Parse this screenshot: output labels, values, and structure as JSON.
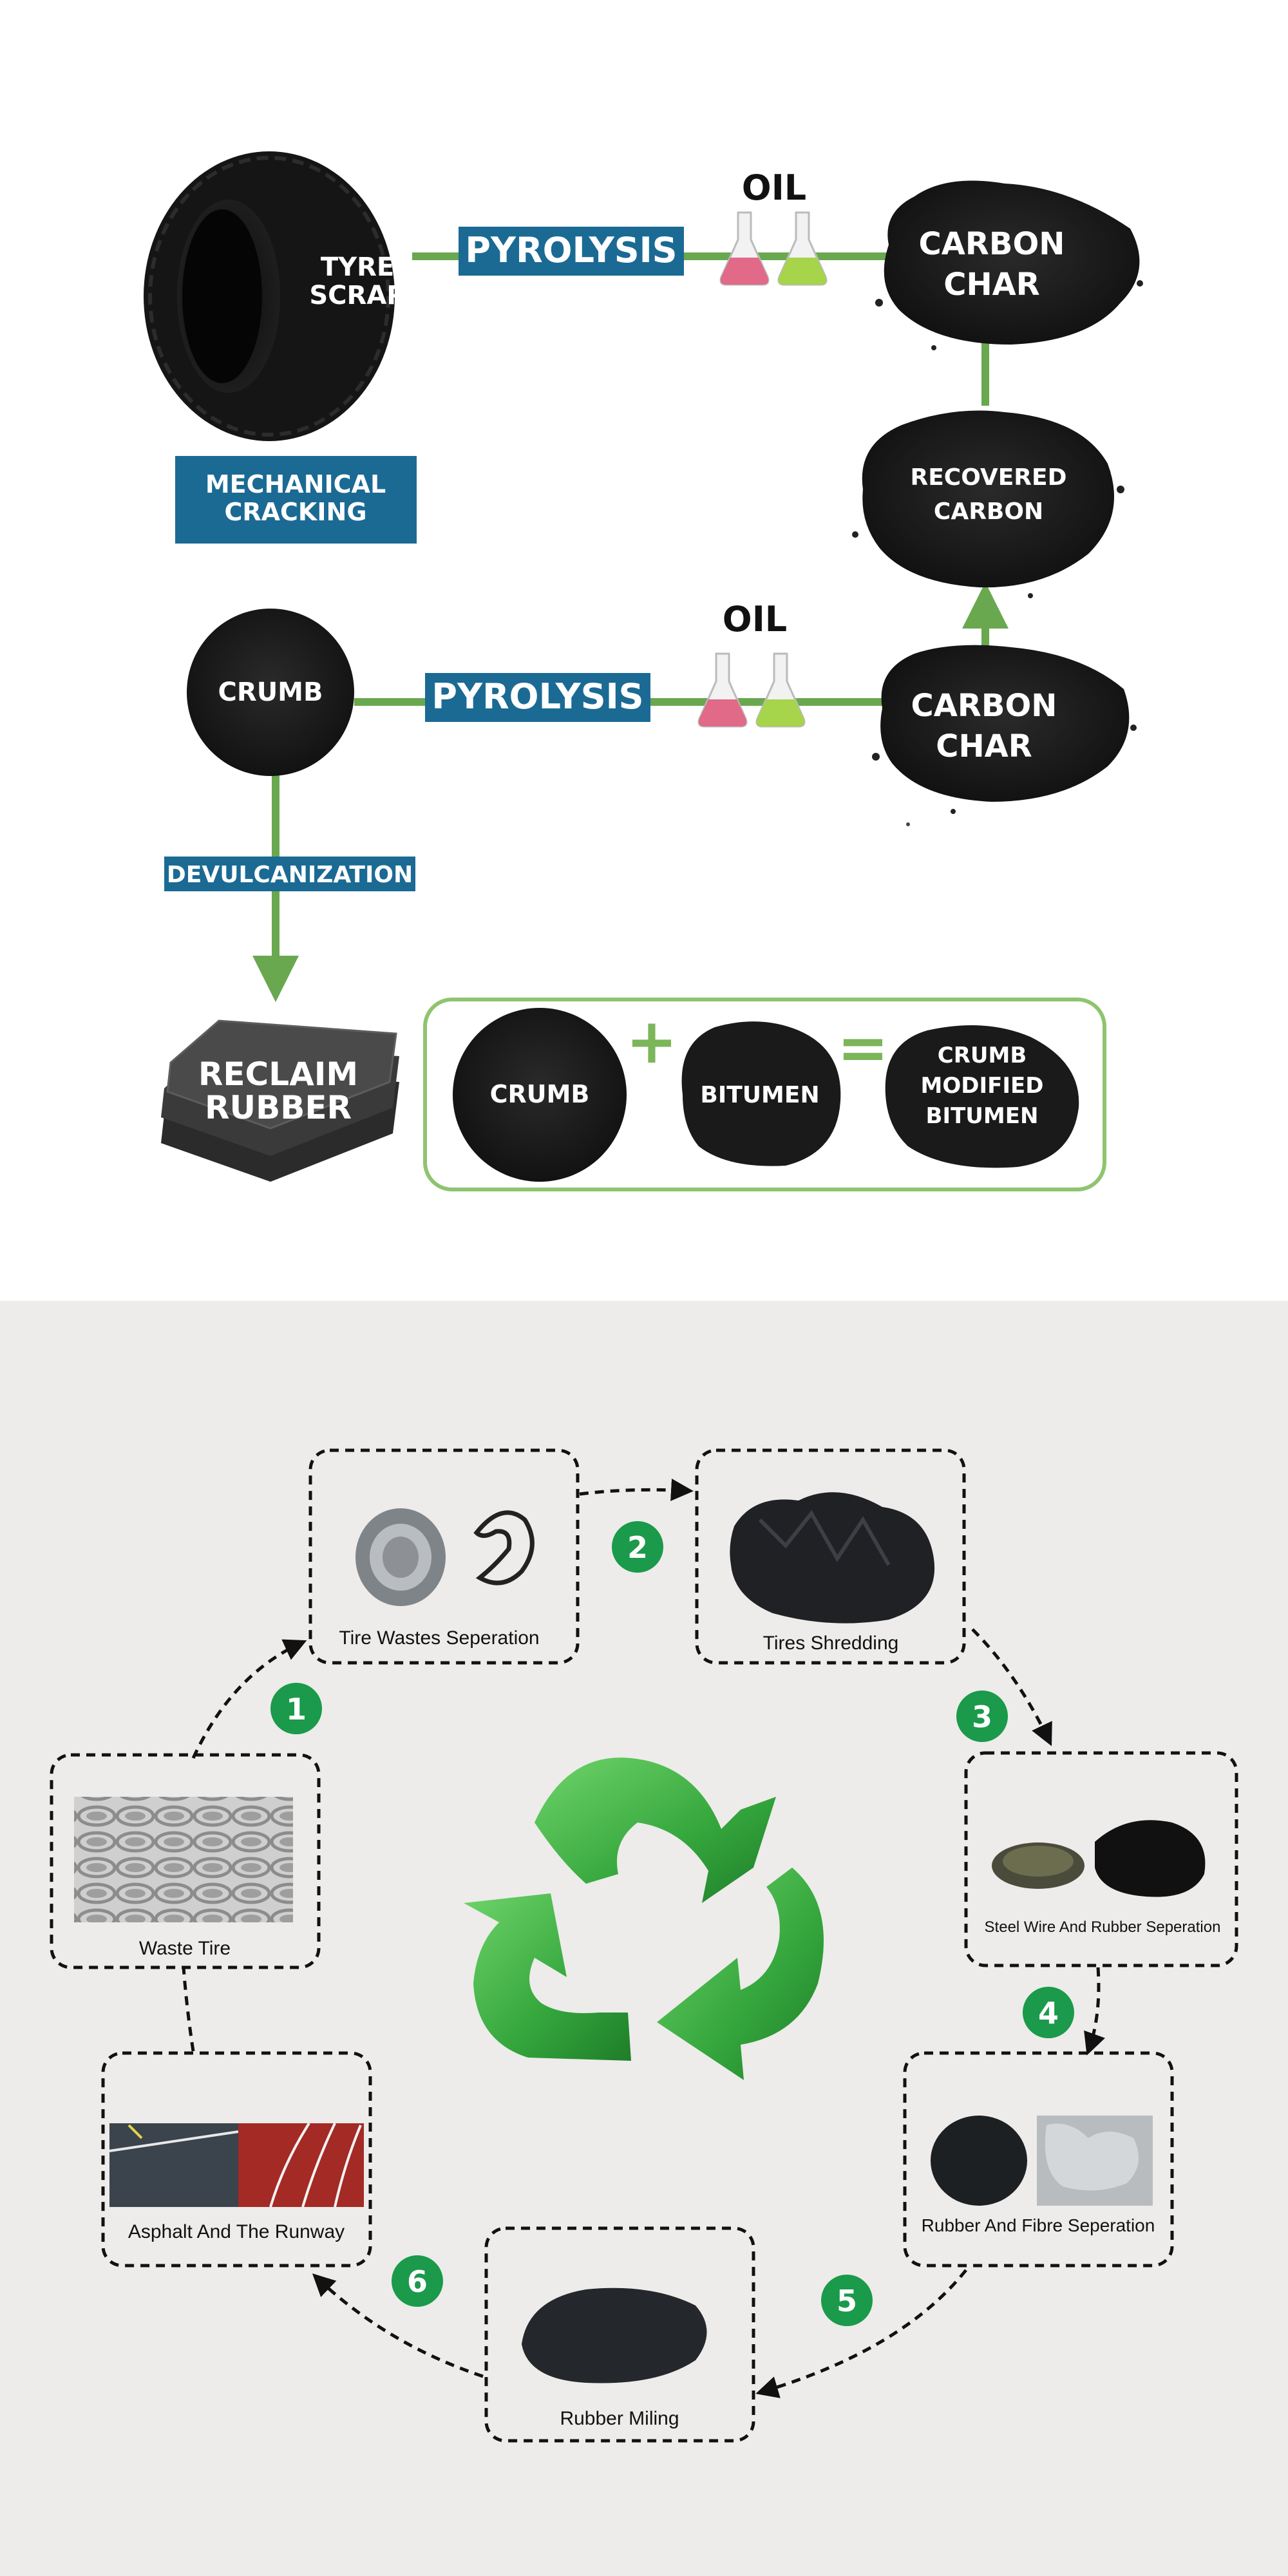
{
  "top_diagram": {
    "tyre_label_line1": "TYRE",
    "tyre_label_line2": "SCRAP",
    "pyrolysis_top": "PYROLYSIS",
    "oil_top": "OIL",
    "carbon_char_top_line1": "CARBON",
    "carbon_char_top_line2": "CHAR",
    "recovered_line1": "RECOVERED",
    "recovered_line2": "CARBON",
    "mechanical_line1": "MECHANICAL",
    "mechanical_line2": "CRACKING",
    "crumb_label": "CRUMB",
    "pyrolysis_mid": "PYROLYSIS",
    "oil_mid": "OIL",
    "carbon_char_mid_line1": "CARBON",
    "carbon_char_mid_line2": "CHAR",
    "devulcanization": "DEVULCANIZATION",
    "reclaim_line1": "RECLAIM",
    "reclaim_line2": "RUBBER",
    "box_crumb": "CRUMB",
    "plus": "+",
    "bitumen": "BITUMEN",
    "equals": "=",
    "cmb_line1": "CRUMB",
    "cmb_line2": "MODIFIED",
    "cmb_line3": "BITUMEN"
  },
  "cycle": {
    "steps": [
      {
        "number": "1",
        "label": "Tire Wastes Seperation"
      },
      {
        "number": "2",
        "label": "Tires Shredding"
      },
      {
        "number": "3",
        "label": "Steel Wire And Rubber Seperation"
      },
      {
        "number": "4",
        "label": "Rubber And Fibre Seperation"
      },
      {
        "number": "5",
        "label": "Rubber Miling"
      },
      {
        "number": "6",
        "label": "Asphalt And The Runway"
      }
    ],
    "start_label": "Waste Tire"
  },
  "colors": {
    "green_line": "#6aa84f",
    "blue_box": "#1b6a94",
    "step_badge": "#1a9a4a",
    "recycle_green": "#3fb449",
    "bottom_bg": "#edecea"
  }
}
